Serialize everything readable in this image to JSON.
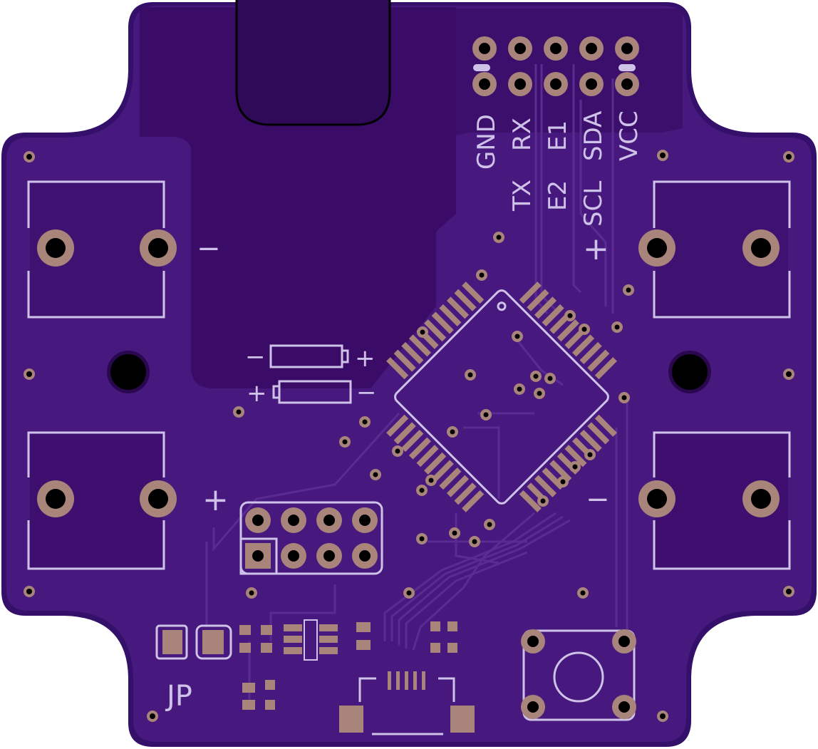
{
  "board": {
    "colors": {
      "outline": "#34106a",
      "substrate": "#47197f",
      "copper_pour": "#3c0f66",
      "copper_dark": "#330a5c",
      "trace": "#5a2c92",
      "pad": "#a9847a",
      "drill": "#000000",
      "silkscreen": "#cfc2e8"
    },
    "header_labels_top": [
      "GND",
      "RX",
      "E1",
      "SDA",
      "VCC"
    ],
    "header_labels_bottom": [
      "TX",
      "E2",
      "SCL"
    ],
    "polarity_marks": {
      "top_left": "−",
      "top_right": "+",
      "bottom_left": "+",
      "bottom_right": "−"
    },
    "battery_marks": {
      "upper_left": "−",
      "upper_right": "+",
      "lower_left": "+",
      "lower_right": "−"
    },
    "jumper_label": "JP"
  }
}
